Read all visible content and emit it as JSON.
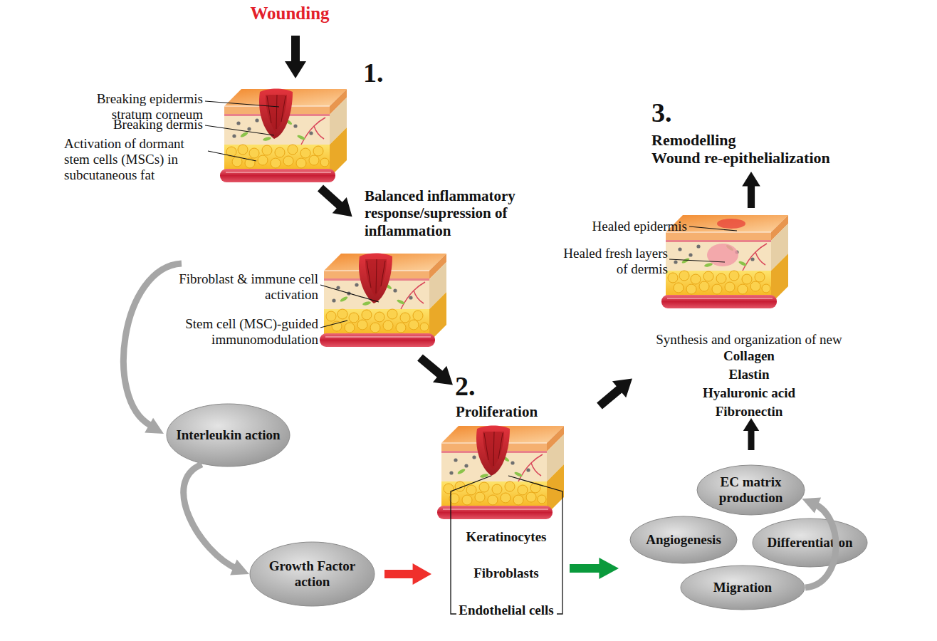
{
  "diagram": {
    "nodes": [
      {
        "text": [
          "Interleukin action"
        ]
      },
      {
        "text": [
          "Growth Factor action"
        ]
      },
      {
        "text": [
          "EC matrix production"
        ]
      },
      {
        "text": [
          "Angiogenesis"
        ]
      },
      {
        "text": [
          "Differentiation"
        ]
      },
      {
        "text": [
          "Migration"
        ]
      }
    ],
    "edges": [
      {
        "from": 0,
        "to": 1,
        "arrow": "to"
      },
      {
        "from": 5,
        "to": 2,
        "arrow": "to"
      }
    ],
    "labels": [
      "Wounding",
      "Breaking epidermis stratum corneum",
      "Breaking dermis",
      "Activation of dormant stem cells (MSCs) in subcutaneous fat",
      "1.",
      "Balanced inflammatory response/supression of inflammation",
      "Fibroblast & immune cell activation",
      "Stem cell (MSC)-guided immunomodulation",
      "2.",
      "Proliferation",
      "Keratinocytes",
      "Fibroblasts",
      "Endothelial cells",
      "3.",
      "Remodelling",
      "Wound re-epithelialization",
      "Healed epidermis",
      "Healed fresh layers of dermis",
      "Synthesis and organization of new",
      "Collagen",
      "Elastin",
      "Hyaluronic acid",
      "Fibronectin"
    ]
  }
}
